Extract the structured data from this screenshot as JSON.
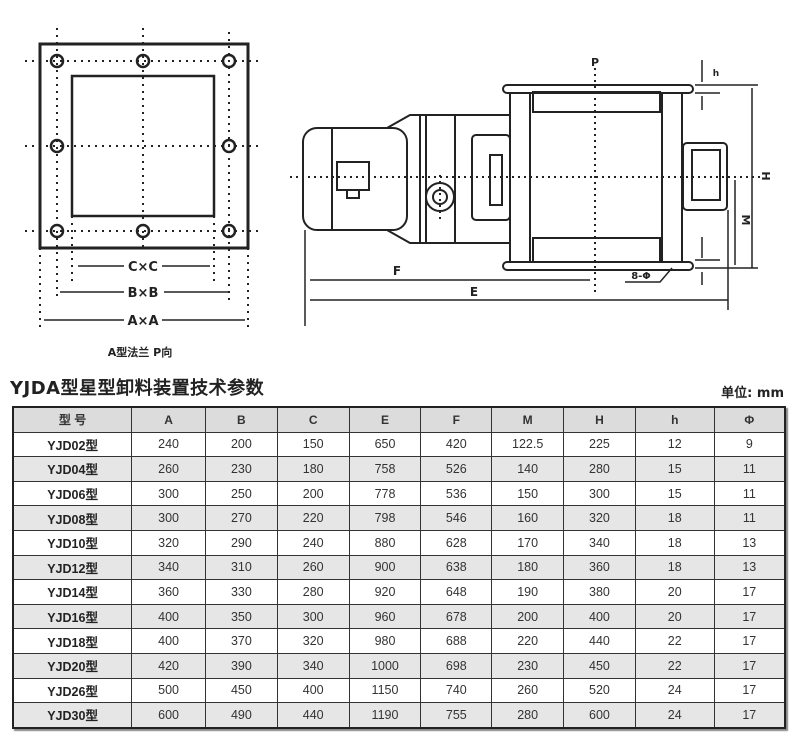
{
  "drawing": {
    "flange_labels": {
      "cc": "C×C",
      "bb": "B×B",
      "aa": "A×A"
    },
    "flange_caption": "A型法兰   P向",
    "side_labels": {
      "p": "P",
      "f": "F",
      "e": "E",
      "h_upper": "H",
      "m": "M",
      "h_lower": "h",
      "holes": "8-Φ"
    }
  },
  "title": "YJDA型星型卸料装置技术参数",
  "unit": "单位: mm",
  "table": {
    "headers": [
      "型 号",
      "A",
      "B",
      "C",
      "E",
      "F",
      "M",
      "H",
      "h",
      "Φ"
    ],
    "rows": [
      [
        "YJD02型",
        "240",
        "200",
        "150",
        "650",
        "420",
        "122.5",
        "225",
        "12",
        "9"
      ],
      [
        "YJD04型",
        "260",
        "230",
        "180",
        "758",
        "526",
        "140",
        "280",
        "15",
        "11"
      ],
      [
        "YJD06型",
        "300",
        "250",
        "200",
        "778",
        "536",
        "150",
        "300",
        "15",
        "11"
      ],
      [
        "YJD08型",
        "300",
        "270",
        "220",
        "798",
        "546",
        "160",
        "320",
        "18",
        "11"
      ],
      [
        "YJD10型",
        "320",
        "290",
        "240",
        "880",
        "628",
        "170",
        "340",
        "18",
        "13"
      ],
      [
        "YJD12型",
        "340",
        "310",
        "260",
        "900",
        "638",
        "180",
        "360",
        "18",
        "13"
      ],
      [
        "YJD14型",
        "360",
        "330",
        "280",
        "920",
        "648",
        "190",
        "380",
        "20",
        "17"
      ],
      [
        "YJD16型",
        "400",
        "350",
        "300",
        "960",
        "678",
        "200",
        "400",
        "20",
        "17"
      ],
      [
        "YJD18型",
        "400",
        "370",
        "320",
        "980",
        "688",
        "220",
        "440",
        "22",
        "17"
      ],
      [
        "YJD20型",
        "420",
        "390",
        "340",
        "1000",
        "698",
        "230",
        "450",
        "22",
        "17"
      ],
      [
        "YJD26型",
        "500",
        "450",
        "400",
        "1150",
        "740",
        "260",
        "520",
        "24",
        "17"
      ],
      [
        "YJD30型",
        "600",
        "490",
        "440",
        "1190",
        "755",
        "280",
        "600",
        "24",
        "17"
      ]
    ]
  }
}
